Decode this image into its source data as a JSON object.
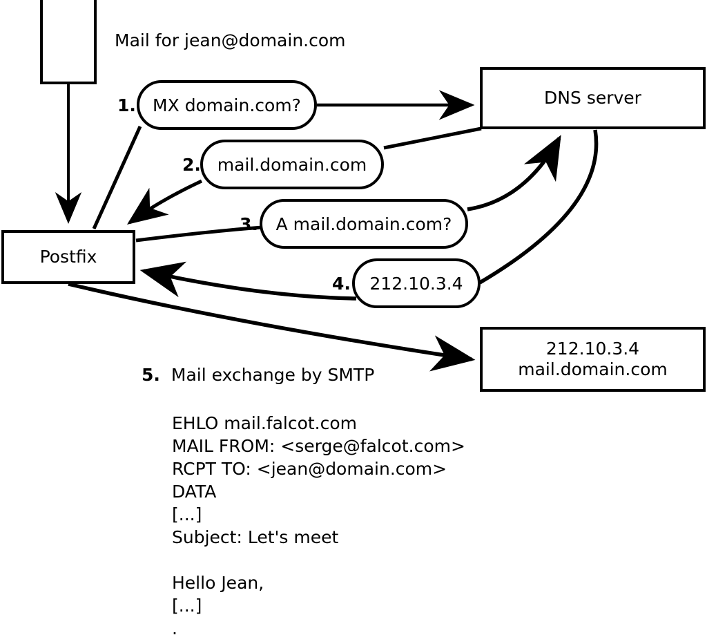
{
  "diagram": {
    "title_note": "Mail for jean@domain.com",
    "nodes": {
      "client": {
        "label": ""
      },
      "postfix": {
        "label": "Postfix"
      },
      "dns": {
        "label": "DNS server"
      },
      "mailserver": {
        "line1": "212.10.3.4",
        "line2": "mail.domain.com"
      }
    },
    "steps": [
      {
        "num": "1.",
        "label": "MX domain.com?"
      },
      {
        "num": "2.",
        "label": "mail.domain.com"
      },
      {
        "num": "3.",
        "label": "A mail.domain.com?"
      },
      {
        "num": "4.",
        "label": "212.10.3.4"
      },
      {
        "num": "5.",
        "label": "Mail exchange by SMTP"
      }
    ],
    "smtp_transcript": "EHLO mail.falcot.com\nMAIL FROM: <serge@falcot.com>\nRCPT TO: <jean@domain.com>\nDATA\n[...]\nSubject: Let's meet\n\nHello Jean,\n[...]\n.",
    "colors": {
      "stroke": "#000000",
      "fill": "#ffffff"
    }
  }
}
